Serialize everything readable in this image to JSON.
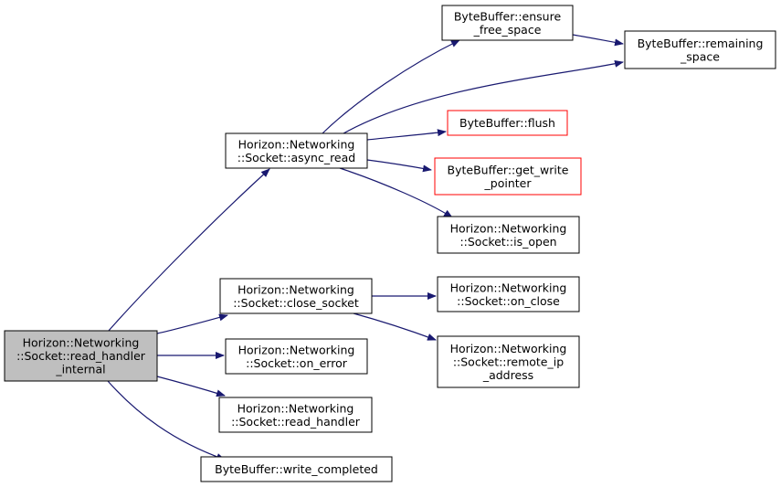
{
  "colors": {
    "edge": "#191970",
    "border_normal": "#000000",
    "border_truncated": "#ff0000",
    "root_fill": "#bfbfbf",
    "node_fill": "#ffffff"
  },
  "graph": {
    "nodes": {
      "read_handler_internal": {
        "lines": [
          "Horizon::Networking",
          "::Socket::read_handler",
          "_internal"
        ],
        "root": true
      },
      "async_read": {
        "lines": [
          "Horizon::Networking",
          "::Socket::async_read"
        ]
      },
      "close_socket": {
        "lines": [
          "Horizon::Networking",
          "::Socket::close_socket"
        ]
      },
      "on_error": {
        "lines": [
          "Horizon::Networking",
          "::Socket::on_error"
        ]
      },
      "read_handler": {
        "lines": [
          "Horizon::Networking",
          "::Socket::read_handler"
        ]
      },
      "write_completed": {
        "lines": [
          "ByteBuffer::write_completed"
        ]
      },
      "ensure_free_space": {
        "lines": [
          "ByteBuffer::ensure",
          "_free_space"
        ]
      },
      "remaining_space": {
        "lines": [
          "ByteBuffer::remaining",
          "_space"
        ]
      },
      "flush": {
        "lines": [
          "ByteBuffer::flush"
        ],
        "truncated": true
      },
      "get_write_pointer": {
        "lines": [
          "ByteBuffer::get_write",
          "_pointer"
        ],
        "truncated": true
      },
      "is_open": {
        "lines": [
          "Horizon::Networking",
          "::Socket::is_open"
        ]
      },
      "on_close": {
        "lines": [
          "Horizon::Networking",
          "::Socket::on_close"
        ]
      },
      "remote_ip_address": {
        "lines": [
          "Horizon::Networking",
          "::Socket::remote_ip",
          "_address"
        ]
      }
    },
    "edges": [
      [
        "read_handler_internal",
        "async_read"
      ],
      [
        "read_handler_internal",
        "close_socket"
      ],
      [
        "read_handler_internal",
        "on_error"
      ],
      [
        "read_handler_internal",
        "read_handler"
      ],
      [
        "read_handler_internal",
        "write_completed"
      ],
      [
        "async_read",
        "ensure_free_space"
      ],
      [
        "async_read",
        "remaining_space"
      ],
      [
        "async_read",
        "flush"
      ],
      [
        "async_read",
        "get_write_pointer"
      ],
      [
        "async_read",
        "is_open"
      ],
      [
        "ensure_free_space",
        "remaining_space"
      ],
      [
        "close_socket",
        "on_close"
      ],
      [
        "close_socket",
        "remote_ip_address"
      ]
    ]
  }
}
